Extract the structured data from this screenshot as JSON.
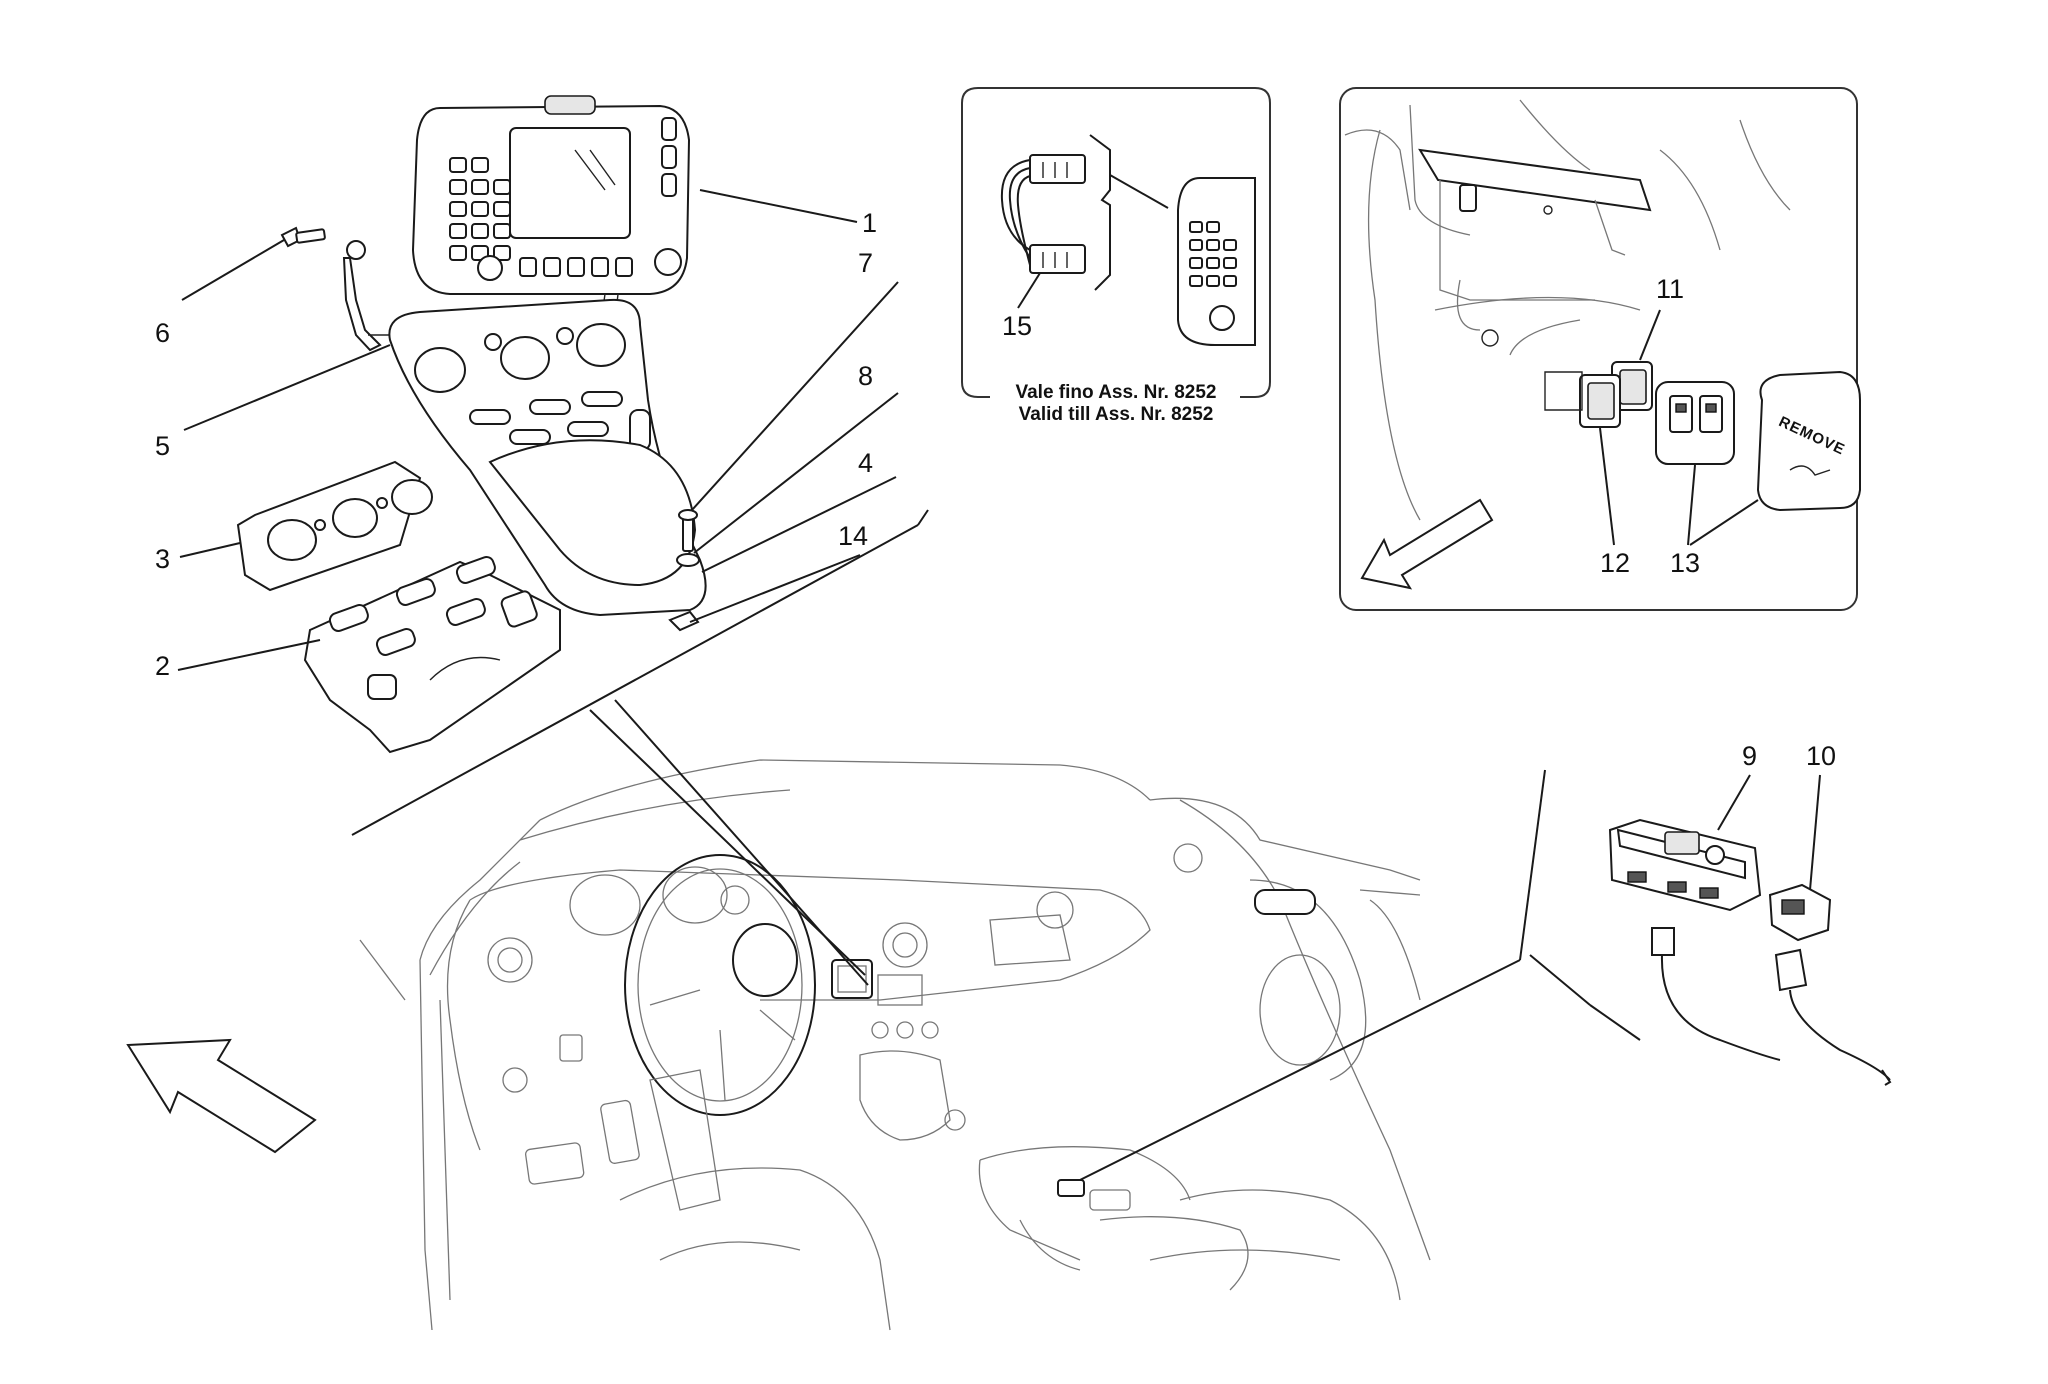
{
  "diagram": {
    "callouts": {
      "c1": "1",
      "c2": "2",
      "c3": "3",
      "c4": "4",
      "c5": "5",
      "c6": "6",
      "c7": "7",
      "c8": "8",
      "c9": "9",
      "c10": "10",
      "c11": "11",
      "c12": "12",
      "c13": "13",
      "c14": "14",
      "c15": "15"
    },
    "inset_note": {
      "line1": "Vale fino Ass. Nr. 8252",
      "line2": "Valid till Ass. Nr. 8252"
    },
    "cover_label": "REMOVE"
  }
}
